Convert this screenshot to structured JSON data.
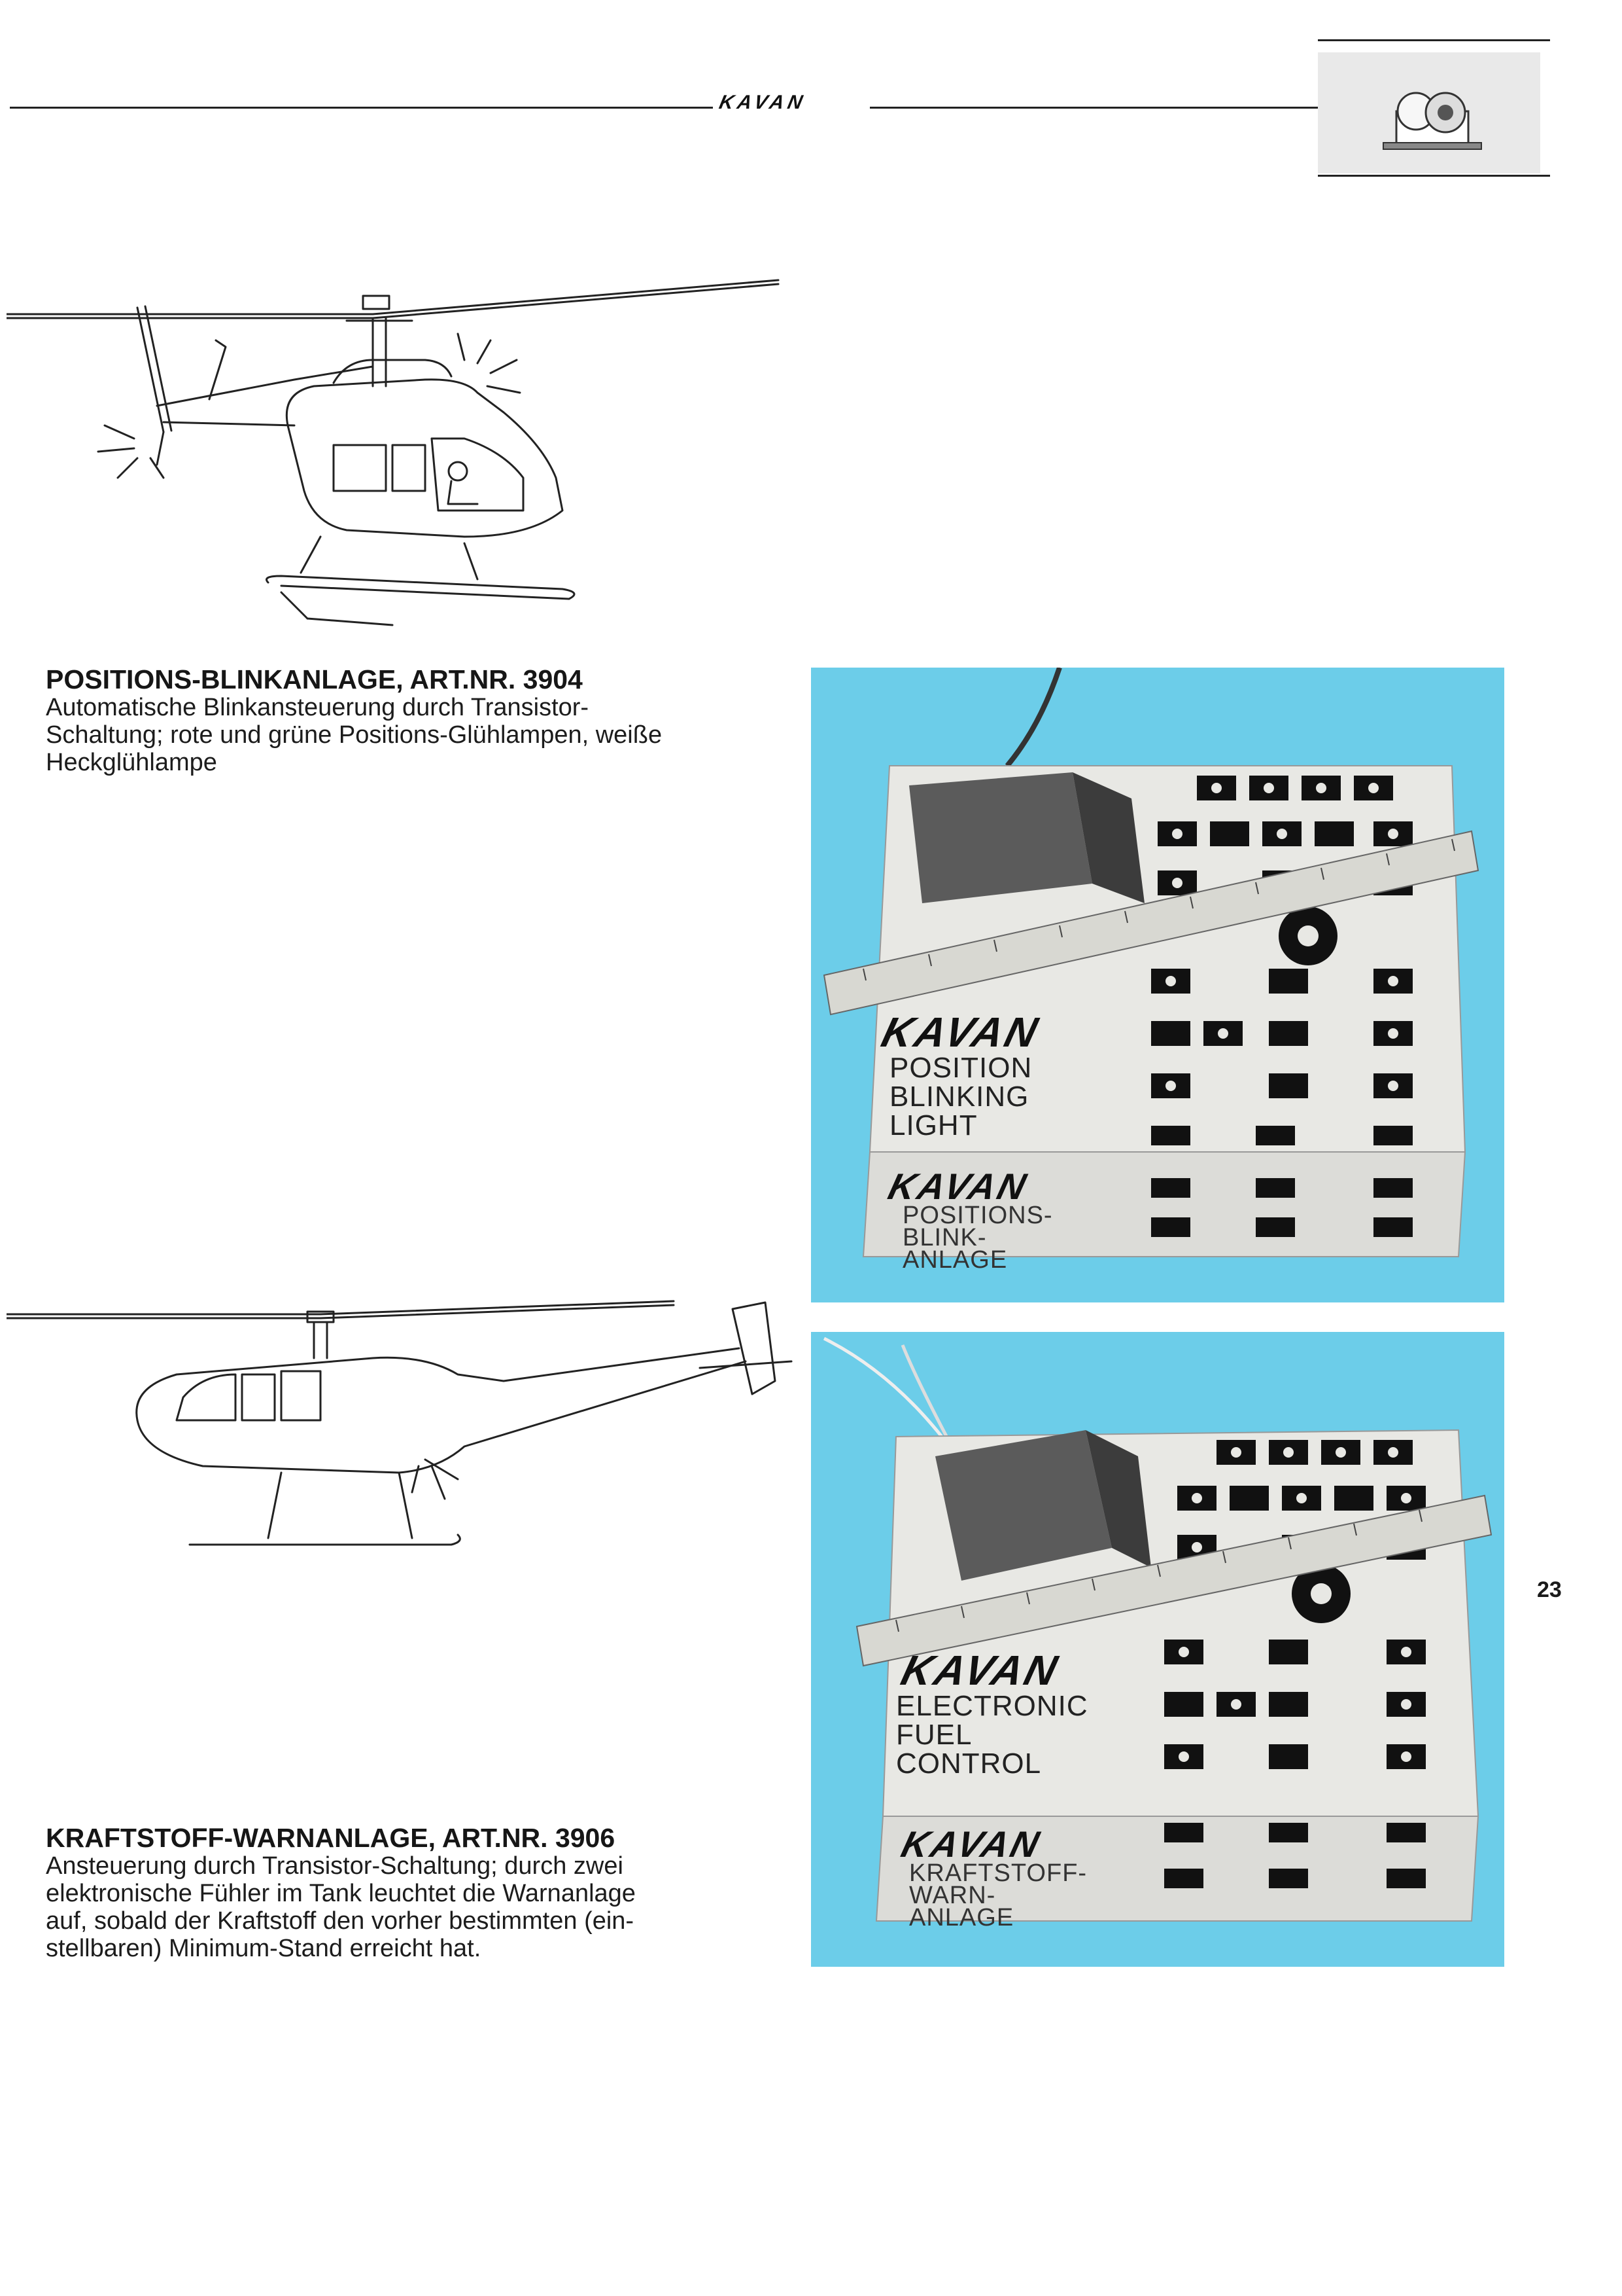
{
  "header": {
    "brand": "KAVAN"
  },
  "products": [
    {
      "title": "POSITIONS-BLINKANLAGE, ART.NR. 3904",
      "description": [
        "Automatische Blinkansteuerung durch Transistor-",
        "Schaltung; rote und grüne Positions-Glühlampen, weiße",
        "Heckglühlampe"
      ],
      "box": {
        "brand": "KAVAN",
        "label_en": [
          "POSITION",
          "BLINKING",
          "LIGHT"
        ],
        "label_de": [
          "POSITIONS-",
          "BLINK-",
          "ANLAGE"
        ]
      }
    },
    {
      "title": "KRAFTSTOFF-WARNANLAGE, ART.NR. 3906",
      "description": [
        "Ansteuerung durch Transistor-Schaltung; durch zwei",
        "elektronische Fühler im Tank leuchtet die Warnanlage",
        "auf, sobald der Kraftstoff den vorher bestimmten (ein-",
        "stellbaren) Minimum-Stand erreicht hat."
      ],
      "box": {
        "brand": "KAVAN",
        "label_en": [
          "ELECTRONIC",
          "FUEL",
          "CONTROL"
        ],
        "label_de": [
          "KRAFTSTOFF-",
          "WARN-",
          "ANLAGE"
        ]
      }
    }
  ],
  "page_number": "23",
  "colors": {
    "photo_background": "#6ccde9",
    "box_face": "#e8e8e4",
    "box_pattern": "#111111"
  }
}
